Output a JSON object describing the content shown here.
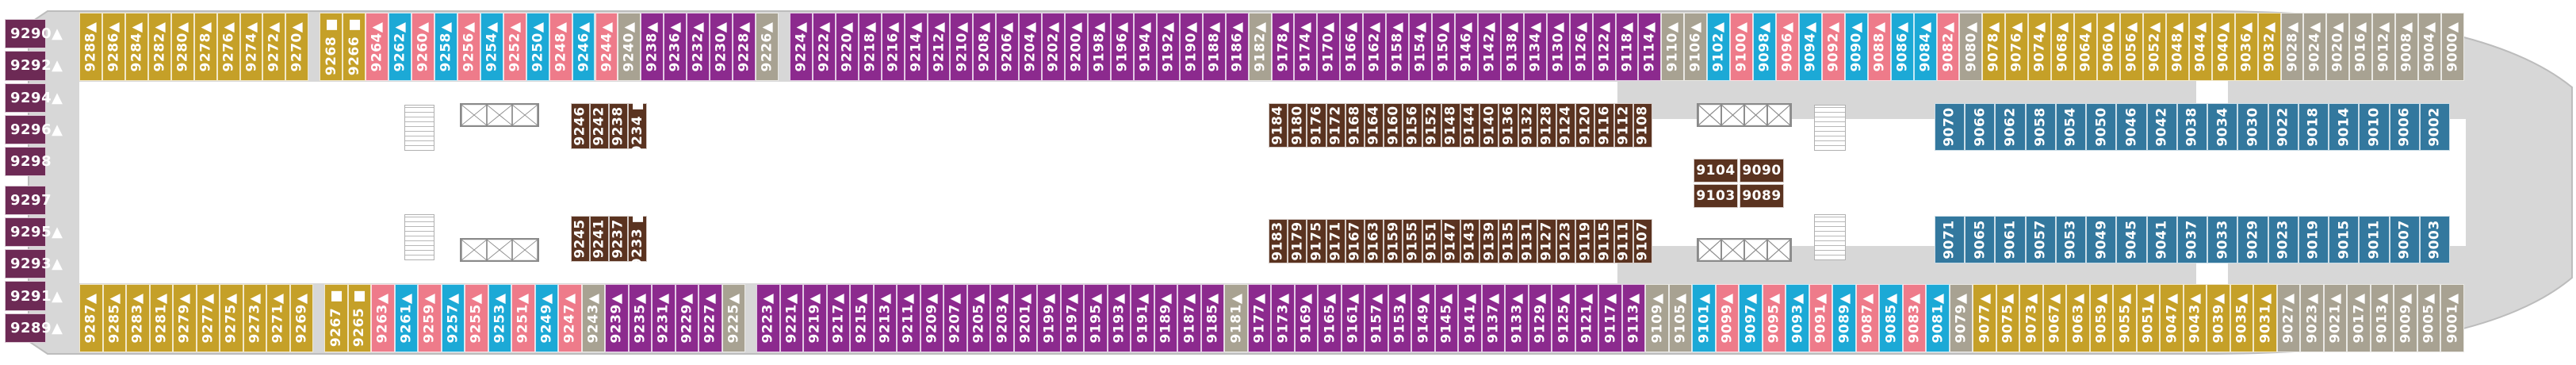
{
  "colors": {
    "gold": "#c5a028",
    "pink": "#ee7b8a",
    "cyan": "#1ca9d6",
    "purple": "#8c2a8e",
    "brown": "#5a3320",
    "taupe": "#a8a292",
    "blue": "#33789e",
    "suite": "#6d2a55",
    "hull": "#d7d7d7",
    "deck": "#ffffff"
  },
  "suites": [
    "9290▲",
    "9292▲",
    "9294▲",
    "9296▲",
    "9298",
    "9297",
    "9295▲",
    "9293▲",
    "9291▲",
    "9289▲"
  ],
  "top_row": [
    {
      "l": "9288▲",
      "c": "gold"
    },
    {
      "l": "9286▲",
      "c": "gold"
    },
    {
      "l": "9284▲",
      "c": "gold"
    },
    {
      "l": "9282▲",
      "c": "gold"
    },
    {
      "l": "9280▲",
      "c": "gold"
    },
    {
      "l": "9278▲",
      "c": "gold"
    },
    {
      "l": "9276▲",
      "c": "gold"
    },
    {
      "l": "9274▲",
      "c": "gold"
    },
    {
      "l": "9272▲",
      "c": "gold"
    },
    {
      "l": "9270▲",
      "c": "gold"
    },
    {
      "l": "9268 ■",
      "c": "gold",
      "gap": 1
    },
    {
      "l": "9266 ■",
      "c": "gold"
    },
    {
      "l": "9264▲",
      "c": "pink"
    },
    {
      "l": "9262▲",
      "c": "cyan"
    },
    {
      "l": "9260▲",
      "c": "pink"
    },
    {
      "l": "9258▲",
      "c": "cyan"
    },
    {
      "l": "9256▲",
      "c": "pink"
    },
    {
      "l": "9254▲",
      "c": "cyan"
    },
    {
      "l": "9252▲",
      "c": "pink"
    },
    {
      "l": "9250▲",
      "c": "cyan"
    },
    {
      "l": "9248▲",
      "c": "pink"
    },
    {
      "l": "9246▲",
      "c": "cyan"
    },
    {
      "l": "9244▲",
      "c": "pink"
    },
    {
      "l": "9240▲",
      "c": "taupe"
    },
    {
      "l": "9238▲",
      "c": "purple"
    },
    {
      "l": "9236▲",
      "c": "purple"
    },
    {
      "l": "9232▲",
      "c": "purple"
    },
    {
      "l": "9230▲",
      "c": "purple"
    },
    {
      "l": "9228▲",
      "c": "purple"
    },
    {
      "l": "9226▲",
      "c": "taupe"
    },
    {
      "l": "9224▲",
      "c": "purple",
      "gap": 1
    },
    {
      "l": "9222▲",
      "c": "purple"
    },
    {
      "l": "9220▲",
      "c": "purple"
    },
    {
      "l": "9218▲",
      "c": "purple"
    },
    {
      "l": "9216▲",
      "c": "purple"
    },
    {
      "l": "9214▲",
      "c": "purple"
    },
    {
      "l": "9212▲",
      "c": "purple"
    },
    {
      "l": "9210▲",
      "c": "purple"
    },
    {
      "l": "9208▲",
      "c": "purple"
    },
    {
      "l": "9206▲",
      "c": "purple"
    },
    {
      "l": "9204▲",
      "c": "purple"
    },
    {
      "l": "9202▲",
      "c": "purple"
    },
    {
      "l": "9200▲",
      "c": "purple"
    },
    {
      "l": "9198▲",
      "c": "purple"
    },
    {
      "l": "9196▲",
      "c": "purple"
    },
    {
      "l": "9194▲",
      "c": "purple"
    },
    {
      "l": "9192▲",
      "c": "purple"
    },
    {
      "l": "9190▲",
      "c": "purple"
    },
    {
      "l": "9188▲",
      "c": "purple"
    },
    {
      "l": "9186▲",
      "c": "purple"
    },
    {
      "l": "9182▲",
      "c": "taupe"
    },
    {
      "l": "9178▲",
      "c": "purple"
    },
    {
      "l": "9174▲",
      "c": "purple"
    },
    {
      "l": "9170▲",
      "c": "purple"
    },
    {
      "l": "9166▲",
      "c": "purple"
    },
    {
      "l": "9162▲",
      "c": "purple"
    },
    {
      "l": "9158▲",
      "c": "purple"
    },
    {
      "l": "9154▲",
      "c": "purple"
    },
    {
      "l": "9150▲",
      "c": "purple"
    },
    {
      "l": "9146▲",
      "c": "purple"
    },
    {
      "l": "9142▲",
      "c": "purple"
    },
    {
      "l": "9138▲",
      "c": "purple"
    },
    {
      "l": "9134▲",
      "c": "purple"
    },
    {
      "l": "9130▲",
      "c": "purple"
    },
    {
      "l": "9126▲",
      "c": "purple"
    },
    {
      "l": "9122▲",
      "c": "purple"
    },
    {
      "l": "9118▲",
      "c": "purple"
    },
    {
      "l": "9114▲",
      "c": "purple"
    },
    {
      "l": "9110▲",
      "c": "taupe"
    },
    {
      "l": "9106▲",
      "c": "taupe"
    },
    {
      "l": "9102▲",
      "c": "cyan"
    },
    {
      "l": "9100▲",
      "c": "pink"
    },
    {
      "l": "9098▲",
      "c": "cyan"
    },
    {
      "l": "9096▲",
      "c": "pink"
    },
    {
      "l": "9094▲",
      "c": "cyan"
    },
    {
      "l": "9092▲",
      "c": "pink"
    },
    {
      "l": "9090▲",
      "c": "cyan"
    },
    {
      "l": "9088▲",
      "c": "pink"
    },
    {
      "l": "9086▲",
      "c": "cyan"
    },
    {
      "l": "9084▲",
      "c": "cyan"
    },
    {
      "l": "9082▲",
      "c": "pink"
    },
    {
      "l": "9080▲",
      "c": "taupe"
    },
    {
      "l": "9078▲",
      "c": "gold"
    },
    {
      "l": "9076▲",
      "c": "gold"
    },
    {
      "l": "9074▲",
      "c": "gold"
    },
    {
      "l": "9068▲",
      "c": "gold"
    },
    {
      "l": "9064▲",
      "c": "gold"
    },
    {
      "l": "9060▲",
      "c": "gold"
    },
    {
      "l": "9056▲",
      "c": "gold"
    },
    {
      "l": "9052▲",
      "c": "gold"
    },
    {
      "l": "9048▲",
      "c": "gold"
    },
    {
      "l": "9044▲",
      "c": "gold"
    },
    {
      "l": "9040▲",
      "c": "gold"
    },
    {
      "l": "9036▲",
      "c": "gold"
    },
    {
      "l": "9032▲",
      "c": "gold"
    },
    {
      "l": "9028▲",
      "c": "taupe"
    },
    {
      "l": "9024▲",
      "c": "taupe"
    },
    {
      "l": "9020▲",
      "c": "taupe"
    },
    {
      "l": "9016▲",
      "c": "taupe"
    },
    {
      "l": "9012▲",
      "c": "taupe"
    },
    {
      "l": "9008▲",
      "c": "taupe"
    },
    {
      "l": "9004▲",
      "c": "taupe"
    },
    {
      "l": "9000▲",
      "c": "taupe"
    }
  ],
  "bottom_row": [
    {
      "l": "9287▲",
      "c": "gold"
    },
    {
      "l": "9285▲",
      "c": "gold"
    },
    {
      "l": "9283▲",
      "c": "gold"
    },
    {
      "l": "9281▲",
      "c": "gold"
    },
    {
      "l": "9279▲",
      "c": "gold"
    },
    {
      "l": "9277▲",
      "c": "gold"
    },
    {
      "l": "9275▲",
      "c": "gold"
    },
    {
      "l": "9273▲",
      "c": "gold"
    },
    {
      "l": "9271▲",
      "c": "gold"
    },
    {
      "l": "9269▲",
      "c": "gold"
    },
    {
      "l": "9267 ■",
      "c": "gold",
      "gap": 1
    },
    {
      "l": "9265 ■",
      "c": "gold"
    },
    {
      "l": "9263▲",
      "c": "pink"
    },
    {
      "l": "9261▲",
      "c": "cyan"
    },
    {
      "l": "9259▲",
      "c": "pink"
    },
    {
      "l": "9257▲",
      "c": "cyan"
    },
    {
      "l": "9255▲",
      "c": "pink"
    },
    {
      "l": "9253▲",
      "c": "cyan"
    },
    {
      "l": "9251▲",
      "c": "pink"
    },
    {
      "l": "9249▲",
      "c": "cyan"
    },
    {
      "l": "9247▲",
      "c": "pink"
    },
    {
      "l": "9243▲",
      "c": "taupe"
    },
    {
      "l": "9239▲",
      "c": "purple"
    },
    {
      "l": "9235▲",
      "c": "purple"
    },
    {
      "l": "9231▲",
      "c": "purple"
    },
    {
      "l": "9229▲",
      "c": "purple"
    },
    {
      "l": "9227▲",
      "c": "purple"
    },
    {
      "l": "9225▲",
      "c": "taupe"
    },
    {
      "l": "9223▲",
      "c": "purple",
      "gap": 1
    },
    {
      "l": "9221▲",
      "c": "purple"
    },
    {
      "l": "9219▲",
      "c": "purple"
    },
    {
      "l": "9217▲",
      "c": "purple"
    },
    {
      "l": "9215▲",
      "c": "purple"
    },
    {
      "l": "9213▲",
      "c": "purple"
    },
    {
      "l": "9211▲",
      "c": "purple"
    },
    {
      "l": "9209▲",
      "c": "purple"
    },
    {
      "l": "9207▲",
      "c": "purple"
    },
    {
      "l": "9205▲",
      "c": "purple"
    },
    {
      "l": "9203▲",
      "c": "purple"
    },
    {
      "l": "9201▲",
      "c": "purple"
    },
    {
      "l": "9199▲",
      "c": "purple"
    },
    {
      "l": "9197▲",
      "c": "purple"
    },
    {
      "l": "9195▲",
      "c": "purple"
    },
    {
      "l": "9193▲",
      "c": "purple"
    },
    {
      "l": "9191▲",
      "c": "purple"
    },
    {
      "l": "9189▲",
      "c": "purple"
    },
    {
      "l": "9187▲",
      "c": "purple"
    },
    {
      "l": "9185▲",
      "c": "purple"
    },
    {
      "l": "9181▲",
      "c": "taupe"
    },
    {
      "l": "9177▲",
      "c": "purple"
    },
    {
      "l": "9173▲",
      "c": "purple"
    },
    {
      "l": "9169▲",
      "c": "purple"
    },
    {
      "l": "9165▲",
      "c": "purple"
    },
    {
      "l": "9161▲",
      "c": "purple"
    },
    {
      "l": "9157▲",
      "c": "purple"
    },
    {
      "l": "9153▲",
      "c": "purple"
    },
    {
      "l": "9149▲",
      "c": "purple"
    },
    {
      "l": "9145▲",
      "c": "purple"
    },
    {
      "l": "9141▲",
      "c": "purple"
    },
    {
      "l": "9137▲",
      "c": "purple"
    },
    {
      "l": "9133▲",
      "c": "purple"
    },
    {
      "l": "9129▲",
      "c": "purple"
    },
    {
      "l": "9125▲",
      "c": "purple"
    },
    {
      "l": "9121▲",
      "c": "purple"
    },
    {
      "l": "9117▲",
      "c": "purple"
    },
    {
      "l": "9113▲",
      "c": "purple"
    },
    {
      "l": "9109▲",
      "c": "taupe"
    },
    {
      "l": "9105▲",
      "c": "taupe"
    },
    {
      "l": "9101▲",
      "c": "cyan"
    },
    {
      "l": "9099▲",
      "c": "pink"
    },
    {
      "l": "9097▲",
      "c": "cyan"
    },
    {
      "l": "9095▲",
      "c": "pink"
    },
    {
      "l": "9093▲",
      "c": "cyan"
    },
    {
      "l": "9091▲",
      "c": "pink"
    },
    {
      "l": "9089▲",
      "c": "cyan"
    },
    {
      "l": "9087▲",
      "c": "pink"
    },
    {
      "l": "9085▲",
      "c": "cyan"
    },
    {
      "l": "9083▲",
      "c": "pink"
    },
    {
      "l": "9081▲",
      "c": "cyan"
    },
    {
      "l": "9079▲",
      "c": "taupe"
    },
    {
      "l": "9077▲",
      "c": "gold"
    },
    {
      "l": "9075▲",
      "c": "gold"
    },
    {
      "l": "9073▲",
      "c": "gold"
    },
    {
      "l": "9067▲",
      "c": "gold"
    },
    {
      "l": "9063▲",
      "c": "gold"
    },
    {
      "l": "9059▲",
      "c": "gold"
    },
    {
      "l": "9055▲",
      "c": "gold"
    },
    {
      "l": "9051▲",
      "c": "gold"
    },
    {
      "l": "9047▲",
      "c": "gold"
    },
    {
      "l": "9043▲",
      "c": "gold"
    },
    {
      "l": "9039▲",
      "c": "gold"
    },
    {
      "l": "9035▲",
      "c": "gold"
    },
    {
      "l": "9031▲",
      "c": "gold"
    },
    {
      "l": "9027▲",
      "c": "taupe"
    },
    {
      "l": "9023▲",
      "c": "taupe"
    },
    {
      "l": "9021▲",
      "c": "taupe"
    },
    {
      "l": "9017▲",
      "c": "taupe"
    },
    {
      "l": "9013▲",
      "c": "taupe"
    },
    {
      "l": "9009▲",
      "c": "taupe"
    },
    {
      "l": "9005▲",
      "c": "taupe"
    },
    {
      "l": "9001▲",
      "c": "taupe"
    }
  ],
  "inner_top_left": [
    "9246",
    "9242",
    "9238",
    "9234 ■"
  ],
  "inner_bottom_left": [
    "9245",
    "9241",
    "9237",
    "9233 ■"
  ],
  "inner_top_mid": [
    "9184",
    "9180",
    "9176",
    "9172",
    "9168",
    "9164",
    "9160",
    "9156",
    "9152",
    "9148",
    "9144",
    "9140",
    "9136",
    "9132",
    "9128",
    "9124",
    "9120",
    "9116",
    "9112",
    "9108"
  ],
  "inner_bottom_mid": [
    "9183",
    "9179",
    "9175",
    "9171",
    "9167",
    "9163",
    "9159",
    "9155",
    "9151",
    "9147",
    "9143",
    "9139",
    "9135",
    "9131",
    "9127",
    "9123",
    "9119",
    "9115",
    "9111",
    "9107"
  ],
  "center_block": [
    "9104",
    "9090",
    "9103",
    "9089"
  ],
  "inner_top_fwd": [
    "9070",
    "9066",
    "9062",
    "9058",
    "9054",
    "9050",
    "9046",
    "9042",
    "9038",
    "9034",
    "9030",
    "9022",
    "9018",
    "9014",
    "9010",
    "9006",
    "9002"
  ],
  "inner_bottom_fwd": [
    "9071",
    "9065",
    "9061",
    "9057",
    "9053",
    "9049",
    "9045",
    "9041",
    "9037",
    "9033",
    "9029",
    "9023",
    "9019",
    "9015",
    "9011",
    "9007",
    "9003"
  ]
}
